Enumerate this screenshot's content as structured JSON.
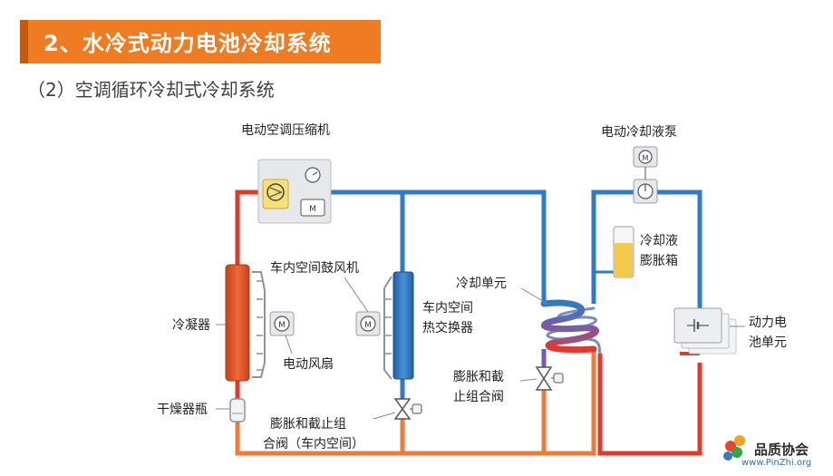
{
  "header": {
    "title": "2、水冷式动力电池冷却系统"
  },
  "subtitle": "（2）空调循环冷却式冷却系统",
  "labels": {
    "compressor": "电动空调压缩机",
    "coolant_pump": "电动冷却液泵",
    "coolant_tank_line1": "冷却液",
    "coolant_tank_line2": "膨胀箱",
    "cabin_blower": "车内空间鼓风机",
    "cabin_hx_line1": "车内空间",
    "cabin_hx_line2": "热交换器",
    "chiller": "冷却单元",
    "condenser": "冷凝器",
    "electric_fan": "电动风扇",
    "exp_valve_chiller_line1": "膨胀和截",
    "exp_valve_chiller_line2": "止组合阀",
    "battery_line1": "动力电",
    "battery_line2": "池单元",
    "dryer": "干燥器瓶",
    "exp_valve_cabin_line1": "膨胀和截止组",
    "exp_valve_cabin_line2": "合阀（车内空间）"
  },
  "logo": {
    "name": "品质协会",
    "url": "www.PinZhi.org"
  },
  "colors": {
    "header": "#ef7b22",
    "hot_line": "#e03a2a",
    "warm_line": "#ef7b3a",
    "cold_line": "#2f7cc4",
    "condenser": "#e0502a",
    "tank_fluid": "#f3c94a"
  }
}
